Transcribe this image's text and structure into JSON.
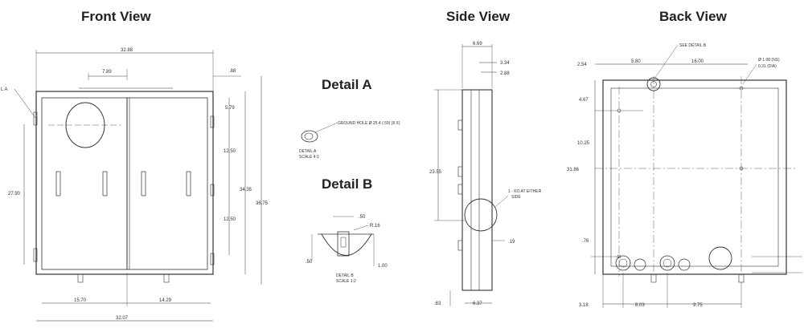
{
  "titles": {
    "front": "Front View",
    "detail_a": "Detail A",
    "detail_b": "Detail B",
    "side": "Side View",
    "back": "Back View"
  },
  "front_view": {
    "overall_width_top": "32.88",
    "overall_width_bottom": "32.07",
    "knockout_offset": "7.89",
    "top_offset": ".88",
    "dim_right_1": "5.79",
    "dim_right_2": "12.50",
    "dim_right_3": "12.50",
    "inner_height": "34.35",
    "overall_height": "36.75",
    "left_height": "27.90",
    "bottom_left": "15.70",
    "bottom_right": "14.29",
    "detail_callout": "L A"
  },
  "detail_a": {
    "note": "GROUND HOLE Ø 25.4 (.59) (8 X)",
    "label_line1": "DETAIL A",
    "label_line2": "SCALE 4:1"
  },
  "detail_b": {
    "dim_top": ".50",
    "dim_radius": "R.16",
    "dim_left": ".50",
    "dim_right": "1.00",
    "label_line1": "DETAIL B",
    "label_line2": "SCALE 1:2"
  },
  "side_view": {
    "depth_total": "6.69",
    "depth_1": "3.34",
    "depth_2": "2.88",
    "height": "23.55",
    "knockout_note_line1": "1 - KO AT EITHER",
    "knockout_note_line2": "SIDE",
    "bottom_offset": ".19",
    "bottom_left": ".83",
    "bottom_right": "6.37"
  },
  "back_view": {
    "see_detail": "SEE DETAIL B",
    "diameter_note_line1": "Ø 1.00 (NS)",
    "diameter_note_line2": "0.31 (DIA)",
    "dim_top_1": "2.54",
    "dim_top_2": "5.80",
    "dim_top_3": "16.00",
    "dim_left_1": "4.67",
    "dim_left_2": "10.25",
    "overall_height": "31.86",
    "dim_left_3": ".76",
    "bottom_1": "3.18",
    "bottom_2": "8.03",
    "bottom_3": "9.75"
  }
}
